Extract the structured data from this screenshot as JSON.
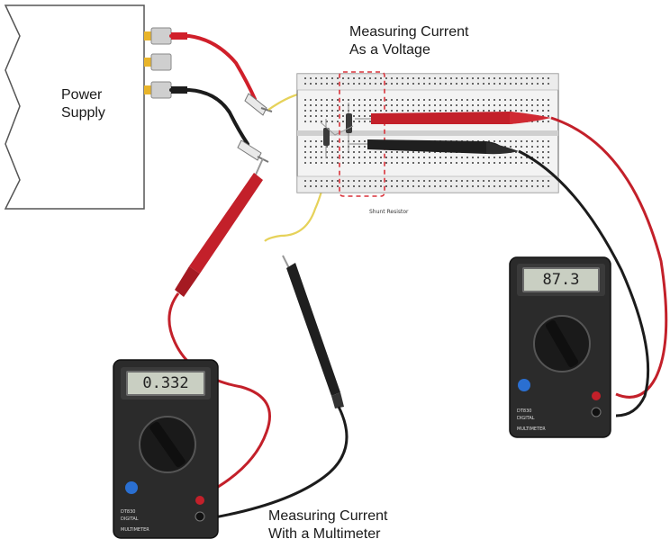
{
  "power_supply": {
    "label_line1": "Power",
    "label_line2": "Supply"
  },
  "breadboard": {
    "shunt_label": "Shunt Resistor"
  },
  "voltage_method": {
    "title_line1": "Measuring Current",
    "title_line2": "As a Voltage"
  },
  "multimeter_method": {
    "title_line1": "Measuring Current",
    "title_line2": "With a Multimeter"
  },
  "meter_left": {
    "reading": "0.332",
    "model": "DT830",
    "brand_line1": "DIGITAL",
    "brand_line2": "MULTIMETER"
  },
  "meter_right": {
    "reading": "87.3",
    "model": "DT830",
    "brand_line1": "DIGITAL",
    "brand_line2": "MULTIMETER"
  },
  "colors": {
    "red_wire": "#d01f2a",
    "black_wire": "#1c1c1c",
    "yellow_wire": "#e6d25a",
    "highlight_box": "#d9323a"
  }
}
